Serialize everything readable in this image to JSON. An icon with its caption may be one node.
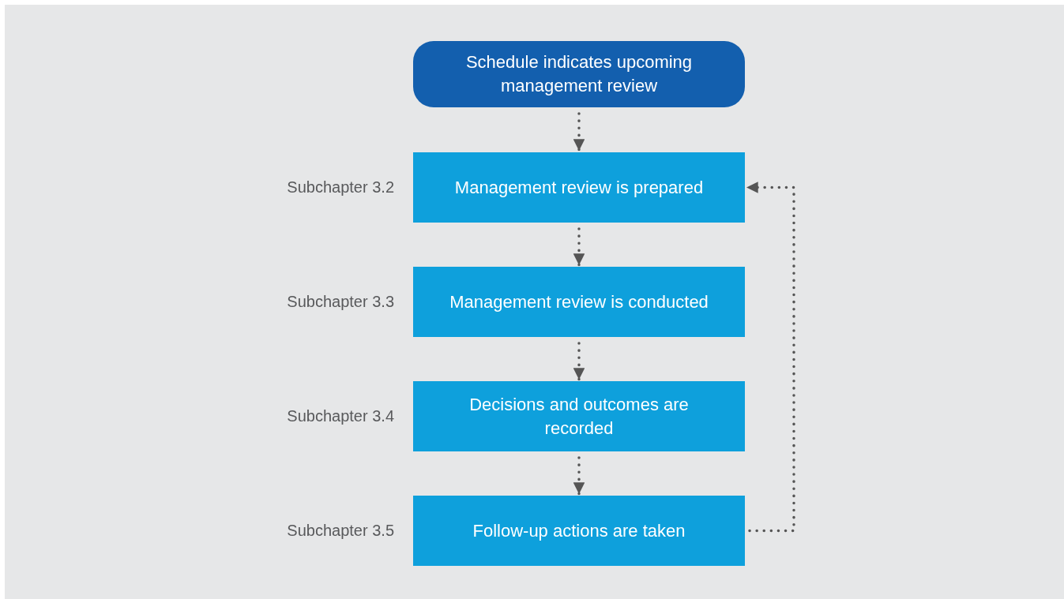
{
  "diagram": {
    "nodes": [
      {
        "text": [
          "Schedule indicates upcoming management review"
        ]
      },
      {
        "text": [
          "Management review is prepared"
        ],
        "beside": [
          "Subchapter 3.2"
        ]
      },
      {
        "text": [
          "Management review is conducted"
        ],
        "beside": [
          "Subchapter 3.3"
        ]
      },
      {
        "text": [
          "Decisions and outcomes are recorded"
        ],
        "beside": [
          "Subchapter 3.4"
        ]
      },
      {
        "text": [
          "Follow-up actions are taken"
        ],
        "beside": [
          "Subchapter 3.5"
        ]
      }
    ],
    "edges": [
      {
        "from": 0,
        "to": 1,
        "arrow": "to"
      },
      {
        "from": 1,
        "to": 2,
        "arrow": "to"
      },
      {
        "from": 2,
        "to": 3,
        "arrow": "to"
      },
      {
        "from": 3,
        "to": 4,
        "arrow": "to"
      },
      {
        "from": 4,
        "to": 1,
        "arrow": "to"
      }
    ]
  }
}
